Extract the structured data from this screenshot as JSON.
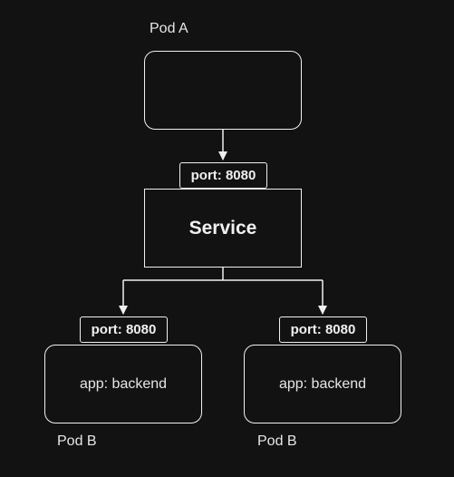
{
  "pod_a": {
    "label": "Pod A",
    "content": ""
  },
  "service": {
    "label": "Service",
    "port": "port: 8080"
  },
  "pod_b_left": {
    "label": "Pod B",
    "content": "app: backend",
    "port": "port: 8080"
  },
  "pod_b_right": {
    "label": "Pod B",
    "content": "app: backend",
    "port": "port: 8080"
  },
  "colors": {
    "background": "#121212",
    "stroke": "#f0f0f0",
    "text": "#e6e6e6"
  }
}
